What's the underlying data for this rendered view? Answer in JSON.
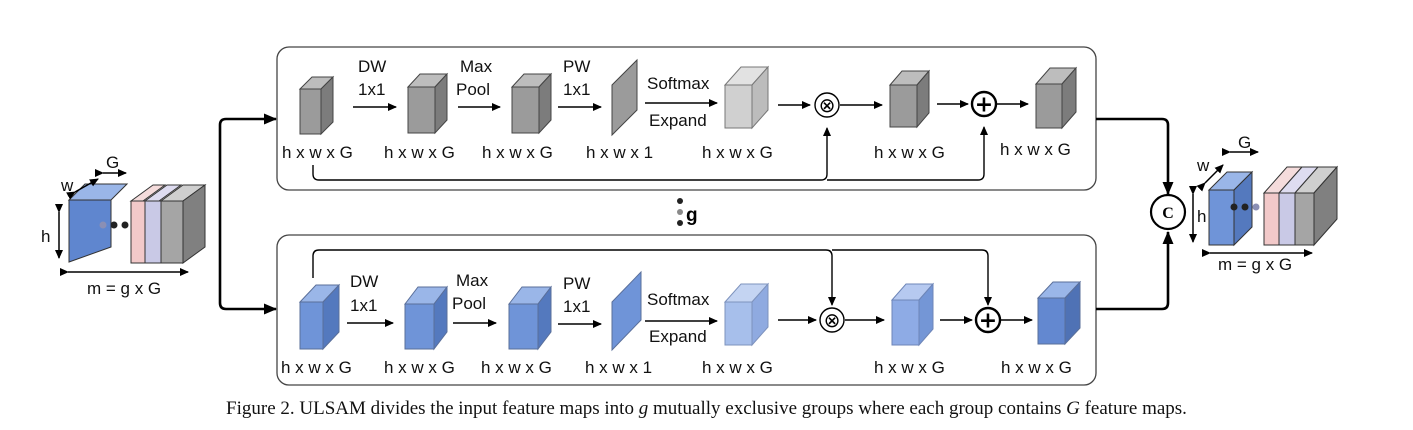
{
  "labels": {
    "dw_l1": "DW",
    "dw_l2": "1x1",
    "maxpool_l1": "Max",
    "maxpool_l2": "Pool",
    "pw_l1": "PW",
    "pw_l2": "1x1",
    "softmax": "Softmax",
    "expand": "Expand",
    "hwG": "h x w x G",
    "hw1": "h x w x 1",
    "g": "g",
    "w": "w",
    "h": "h",
    "G": "G",
    "m_eq": "m = g x G",
    "concat": "C",
    "multiply": "⊗",
    "add": "+"
  },
  "caption": {
    "prefix": "Figure 2. ULSAM divides the input feature maps into ",
    "g": "g",
    "middle": " mutually exclusive groups where each group contains ",
    "G": "G",
    "suffix": " feature maps."
  },
  "colors": {
    "gray_front": "#9b9b9b",
    "gray_top": "#bdbdbd",
    "gray_side": "#7c7c7c",
    "lightgray_front": "#d0d0d0",
    "blue_front": "#6f94d8",
    "blue_top": "#9ab6e8",
    "blue_side": "#5479be",
    "lightblue_front": "#a7bfeb",
    "pink": "#f2c9c9",
    "lavender": "#c9c9e6"
  }
}
